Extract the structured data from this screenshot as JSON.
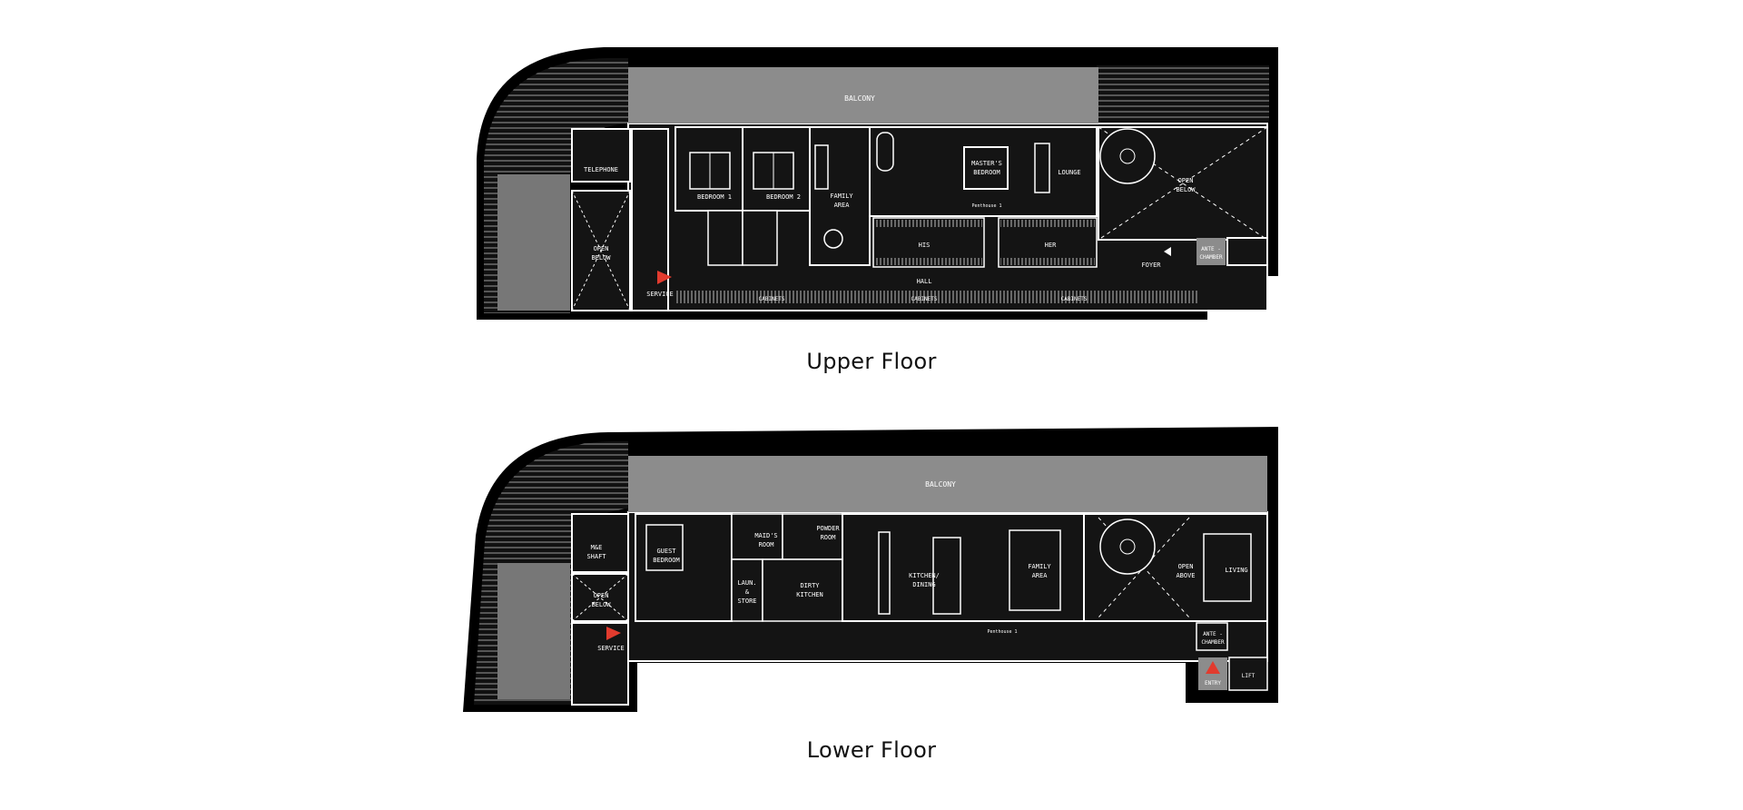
{
  "upper": {
    "title": "Upper Floor",
    "labels": {
      "balcony": "BALCONY",
      "telephone": "TELEPHONE",
      "open_below_left_1": "OPEN",
      "open_below_left_2": "BELOW",
      "service": "SERVICE",
      "bedroom1": "BEDROOM 1",
      "bedroom2": "BEDROOM 2",
      "family_area_1": "FAMILY",
      "family_area_2": "AREA",
      "master_1": "MASTER'S",
      "master_2": "BEDROOM",
      "penthouse": "Penthouse 1",
      "lounge": "LOUNGE",
      "open_below_right_1": "OPEN",
      "open_below_right_2": "BELOW",
      "his": "HIS",
      "her": "HER",
      "hall": "HALL",
      "foyer": "FOYER",
      "ante_1": "ANTE -",
      "ante_2": "CHAMBER",
      "cabinets_1": "CABINETS",
      "cabinets_2": "CABINETS",
      "cabinets_3": "CABINETS"
    }
  },
  "lower": {
    "title": "Lower Floor",
    "labels": {
      "balcony": "BALCONY",
      "mep_1": "M&E",
      "mep_2": "SHAFT",
      "open_below_1": "OPEN",
      "open_below_2": "BELOW",
      "service": "SERVICE",
      "guest_1": "GUEST",
      "guest_2": "BEDROOM",
      "maids_1": "MAID'S",
      "maids_2": "ROOM",
      "powder_1": "POWDER",
      "powder_2": "ROOM",
      "laun_1": "LAUN.",
      "laun_2": "&",
      "laun_3": "STORE",
      "dirty_1": "DIRTY",
      "dirty_2": "KITCHEN",
      "kitchen_1": "KITCHEN/",
      "kitchen_2": "DINING",
      "family_1": "FAMILY",
      "family_2": "AREA",
      "open_above_1": "OPEN",
      "open_above_2": "ABOVE",
      "living": "LIVING",
      "penthouse": "Penthouse 1",
      "ante_1": "ANTE -",
      "ante_2": "CHAMBER",
      "entry": "ENTRY",
      "lift": "LIFT"
    }
  },
  "colors": {
    "floor": "#141414",
    "wall": "#ffffff",
    "balcony": "#8c8c8c",
    "entry_marker": "#e23b2e"
  }
}
